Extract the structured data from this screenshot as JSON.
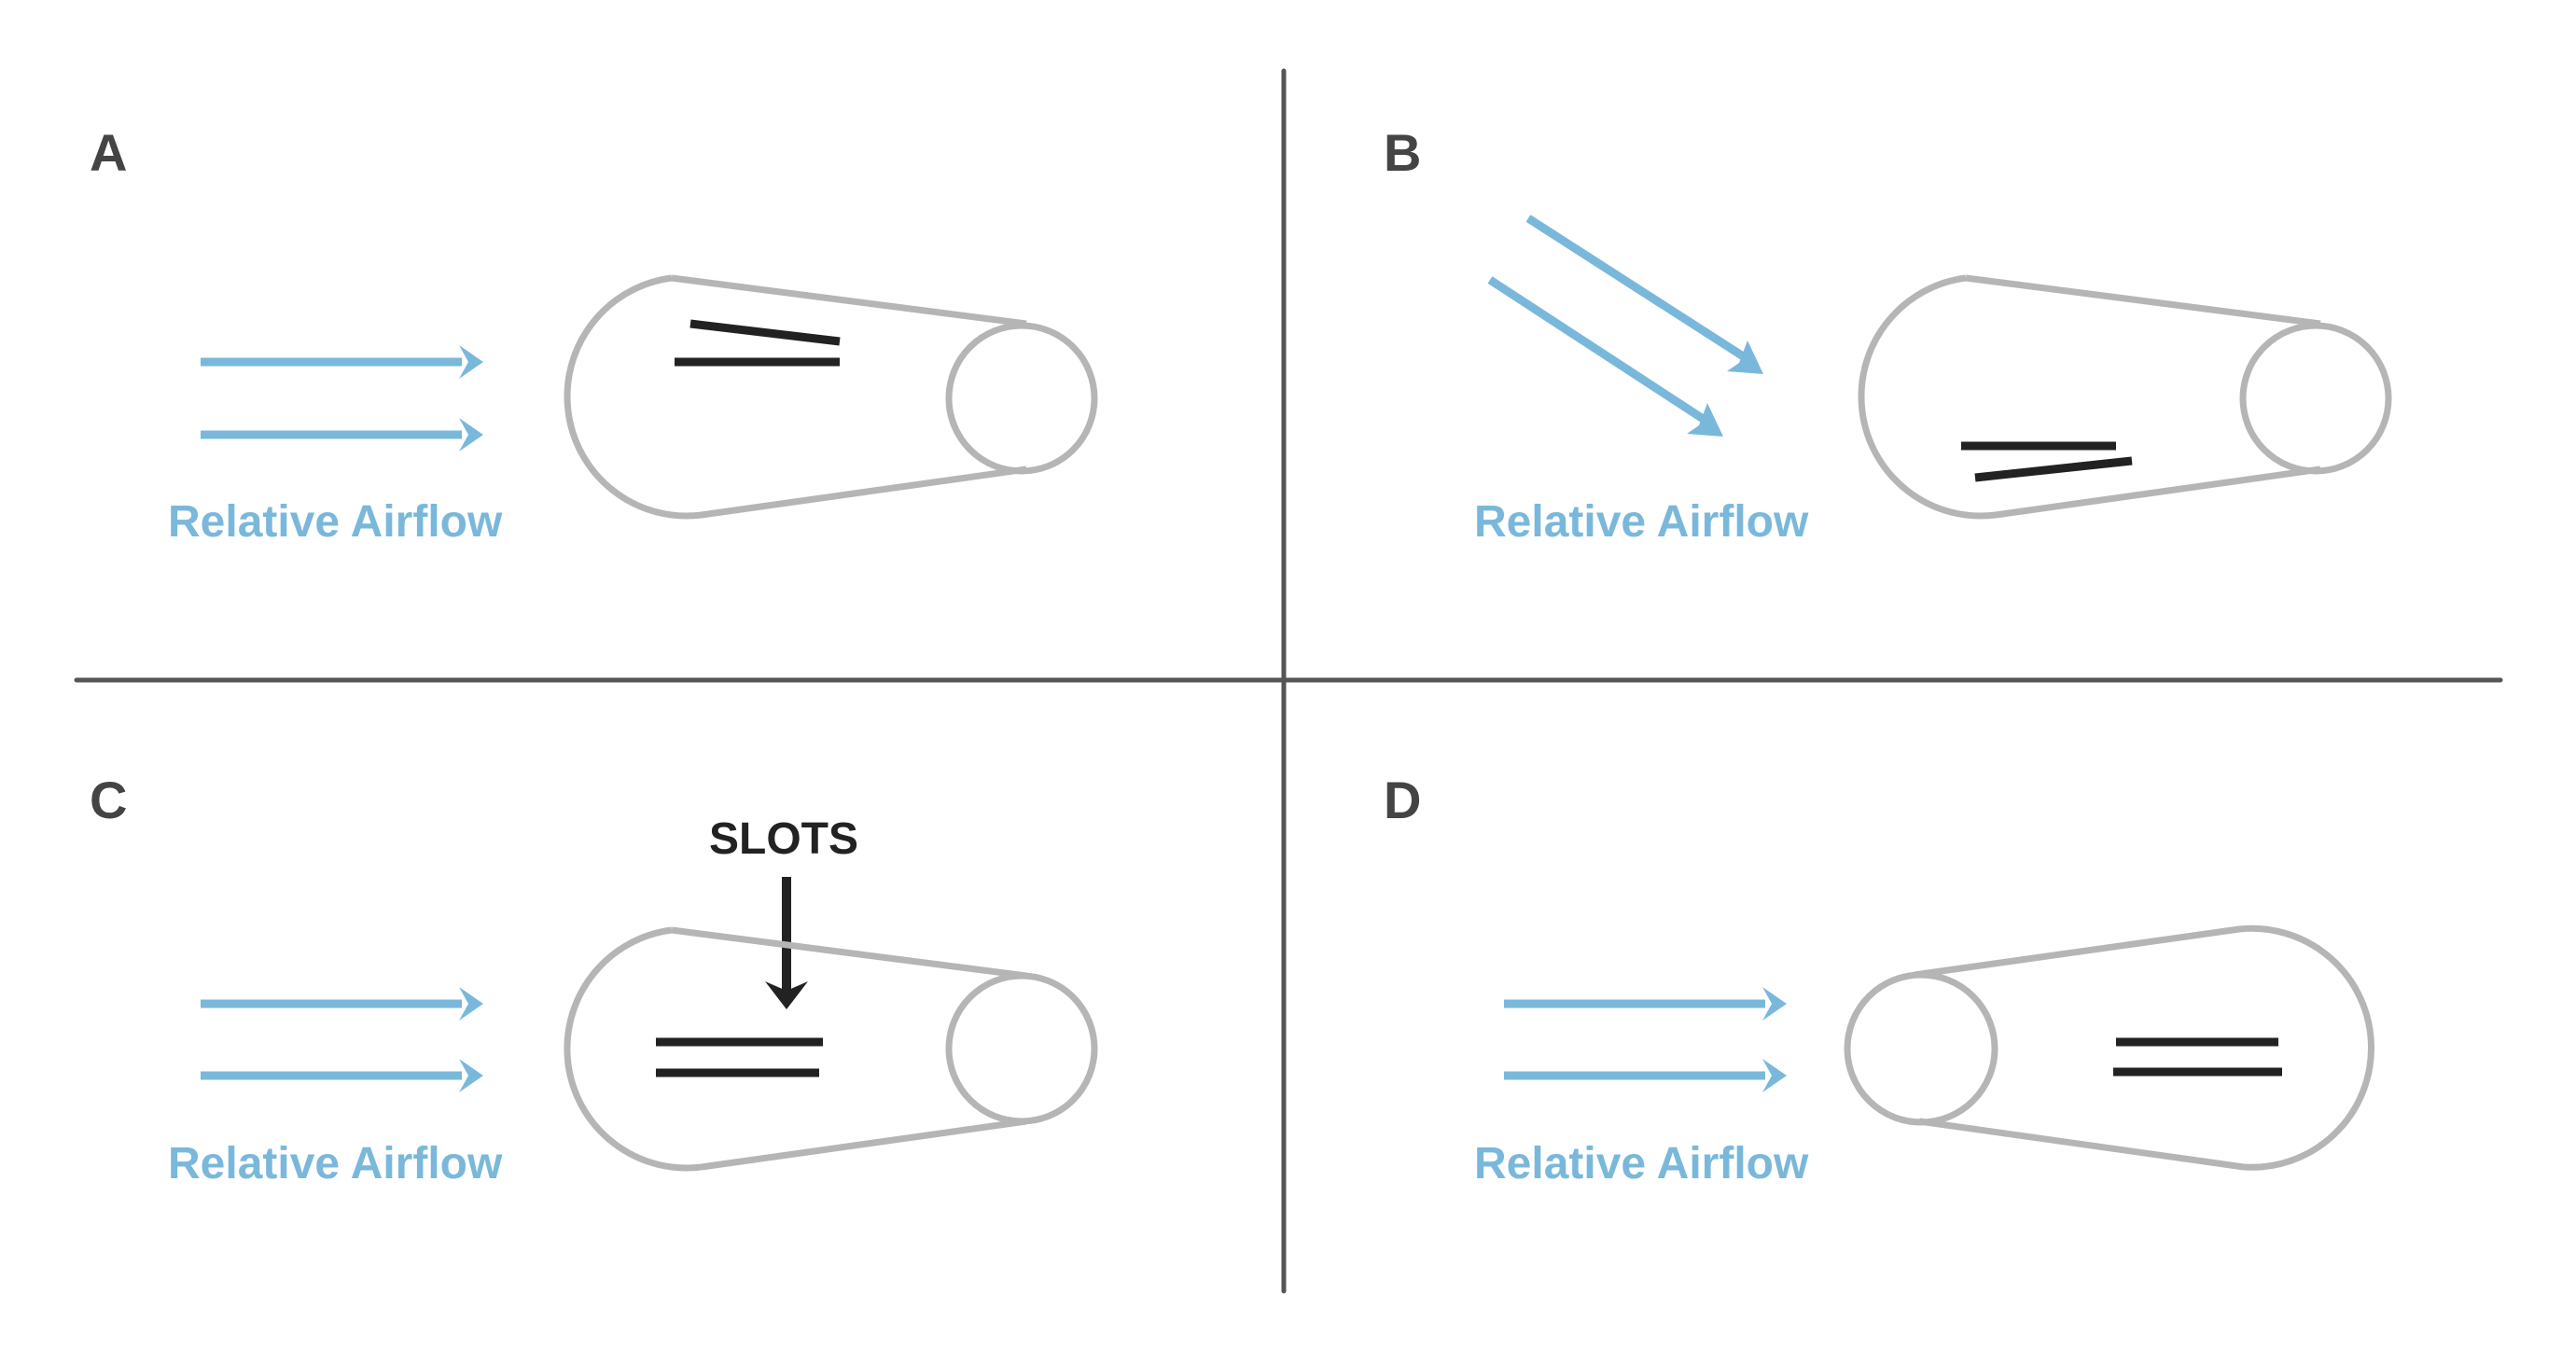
{
  "panels": [
    {
      "letter": "A",
      "airflow_label": "Relative Airflow"
    },
    {
      "letter": "B",
      "airflow_label": "Relative Airflow"
    },
    {
      "letter": "C",
      "airflow_label": "Relative Airflow",
      "callout": "SLOTS"
    },
    {
      "letter": "D",
      "airflow_label": "Relative Airflow"
    }
  ],
  "colors": {
    "airflow": "#7ab8db",
    "outline": "#b5b5b5",
    "plates": "#222222",
    "dividers": "#555555",
    "letters": "#444444"
  }
}
